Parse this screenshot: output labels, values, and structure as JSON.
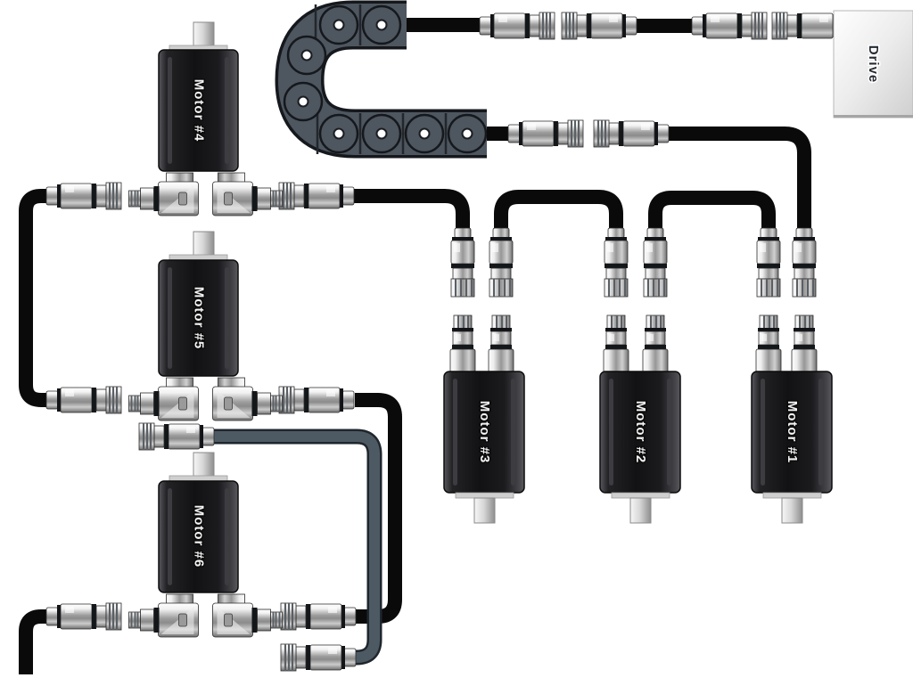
{
  "drive": {
    "label": "Drive"
  },
  "motors": [
    {
      "label": "Motor #1"
    },
    {
      "label": "Motor #2"
    },
    {
      "label": "Motor #3"
    },
    {
      "label": "Motor #4"
    },
    {
      "label": "Motor #5"
    },
    {
      "label": "Motor #6"
    }
  ],
  "colors": {
    "cable_black": "#0a0a0a",
    "cable_gray": "#4d5a64",
    "chain_gray": "#4e565f",
    "motor_body": "#1a1a1d",
    "connector_metal": "#c9c9c9",
    "drive_box": "#e6e6e6"
  }
}
